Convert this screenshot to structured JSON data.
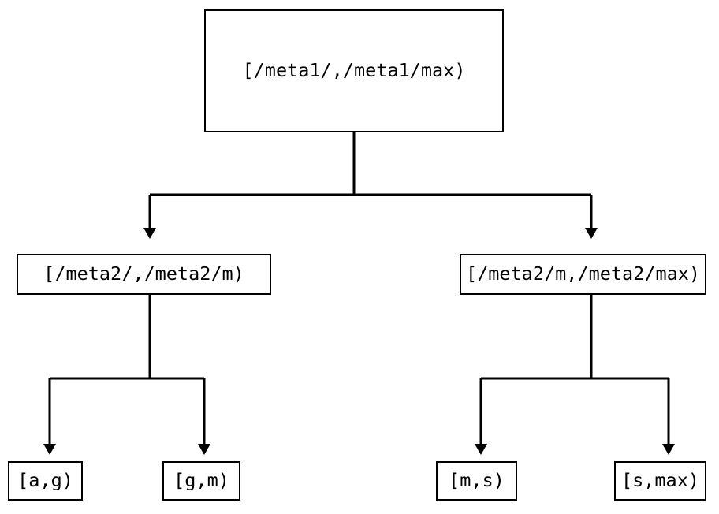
{
  "diagram": {
    "type": "tree",
    "title": "",
    "background_color": "#ffffff",
    "line_color": "#000000",
    "text_color": "#000000",
    "nodes": {
      "root": {
        "label": "[/meta1/,/meta1/max)"
      },
      "mid_left": {
        "label": "[/meta2/,/meta2/m)"
      },
      "mid_right": {
        "label": "[/meta2/m,/meta2/max)"
      },
      "leaf_ag": {
        "label": "[a,g)"
      },
      "leaf_gm": {
        "label": "[g,m)"
      },
      "leaf_ms": {
        "label": "[m,s)"
      },
      "leaf_smax": {
        "label": "[s,max)"
      }
    },
    "edges": [
      {
        "from": "root",
        "to": "mid_left",
        "arrow": "down"
      },
      {
        "from": "root",
        "to": "mid_right",
        "arrow": "down"
      },
      {
        "from": "mid_left",
        "to": "leaf_ag",
        "arrow": "down"
      },
      {
        "from": "mid_left",
        "to": "leaf_gm",
        "arrow": "down"
      },
      {
        "from": "mid_right",
        "to": "leaf_ms",
        "arrow": "down"
      },
      {
        "from": "mid_right",
        "to": "leaf_smax",
        "arrow": "down"
      }
    ]
  }
}
